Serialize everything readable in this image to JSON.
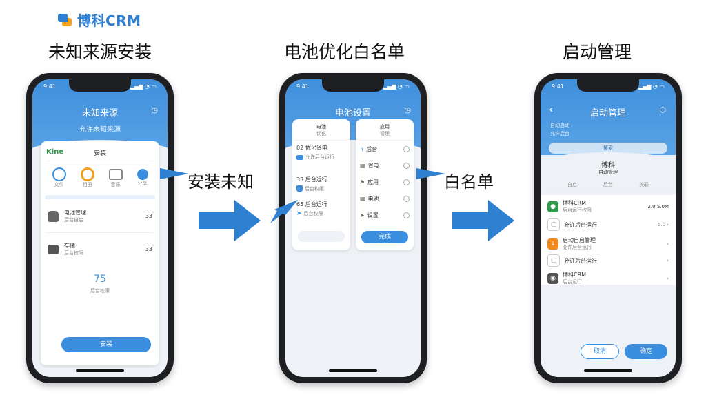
{
  "logo": {
    "text": "博科CRM",
    "color": "#2f80d1"
  },
  "steps": [
    {
      "title": "未知来源安装"
    },
    {
      "title": "电池优化白名单"
    },
    {
      "title": "启动管理"
    }
  ],
  "callouts": {
    "install": "安装未知",
    "whitelist": "白名单"
  },
  "phone1": {
    "time": "9:41",
    "head_title": "未知来源",
    "head_sub": "允许未知来源",
    "card_brand": "Kine",
    "card_title": "安装",
    "icons": [
      {
        "label": "文件",
        "icon": "chat-icon",
        "color": "#3a8ee0"
      },
      {
        "label": "相册",
        "icon": "ring-icon",
        "color": "#f0a020"
      },
      {
        "label": "音乐",
        "icon": "box-icon",
        "color": "#888888"
      },
      {
        "label": "分享",
        "icon": "dot-icon",
        "color": "#3a8ee0"
      }
    ],
    "items": [
      {
        "title": "电池管理",
        "sub": "后台自启",
        "value": "33"
      },
      {
        "title": "存储",
        "sub": "后台权限",
        "value": "33"
      }
    ],
    "count": "75",
    "count_label": "后台权限",
    "button": "安装"
  },
  "phone2": {
    "time": "9:41",
    "head_title": "电池设置",
    "left_card": {
      "header": "电池",
      "header_sub": "优化",
      "rows": [
        {
          "num": "02",
          "title": "优化省电",
          "sub": "允许后台运行"
        },
        {
          "num": "33",
          "title": "后台运行",
          "sub": "后台权限"
        },
        {
          "num": "65",
          "title": "后台运行",
          "sub": "后台权限"
        }
      ]
    },
    "right_card": {
      "header": "应用",
      "header_sub": "管理",
      "rows": [
        {
          "label": "后台"
        },
        {
          "label": "省电"
        },
        {
          "label": "应用"
        },
        {
          "label": "电池"
        },
        {
          "label": "设置"
        }
      ],
      "button": "完成"
    }
  },
  "phone3": {
    "time": "9:41",
    "head_title": "启动管理",
    "head_line1": "自动启动",
    "head_line2": "允许后台",
    "search_button": "搜索",
    "app_name": "博科",
    "app_sub": "自动管理",
    "tabs": [
      "自启",
      "后台",
      "关联"
    ],
    "list": [
      {
        "title": "博科CRM",
        "sub": "后台运行权限",
        "right": "2.0.5.0M",
        "icon_color": "#2e9a4a"
      },
      {
        "title": "允许后台运行",
        "sub": "",
        "right": "5.0",
        "icon_color": "#cccccc"
      },
      {
        "title": "启动自启管理",
        "sub": "允许后台运行",
        "right": "",
        "icon_color": "#f08a20"
      },
      {
        "title": "允许后台运行",
        "sub": "",
        "right": "",
        "icon_color": "#cccccc"
      },
      {
        "title": "博科CRM",
        "sub": "后台运行",
        "right": "",
        "icon_color": "#555555"
      }
    ],
    "btn_cancel": "取消",
    "btn_ok": "确定"
  }
}
